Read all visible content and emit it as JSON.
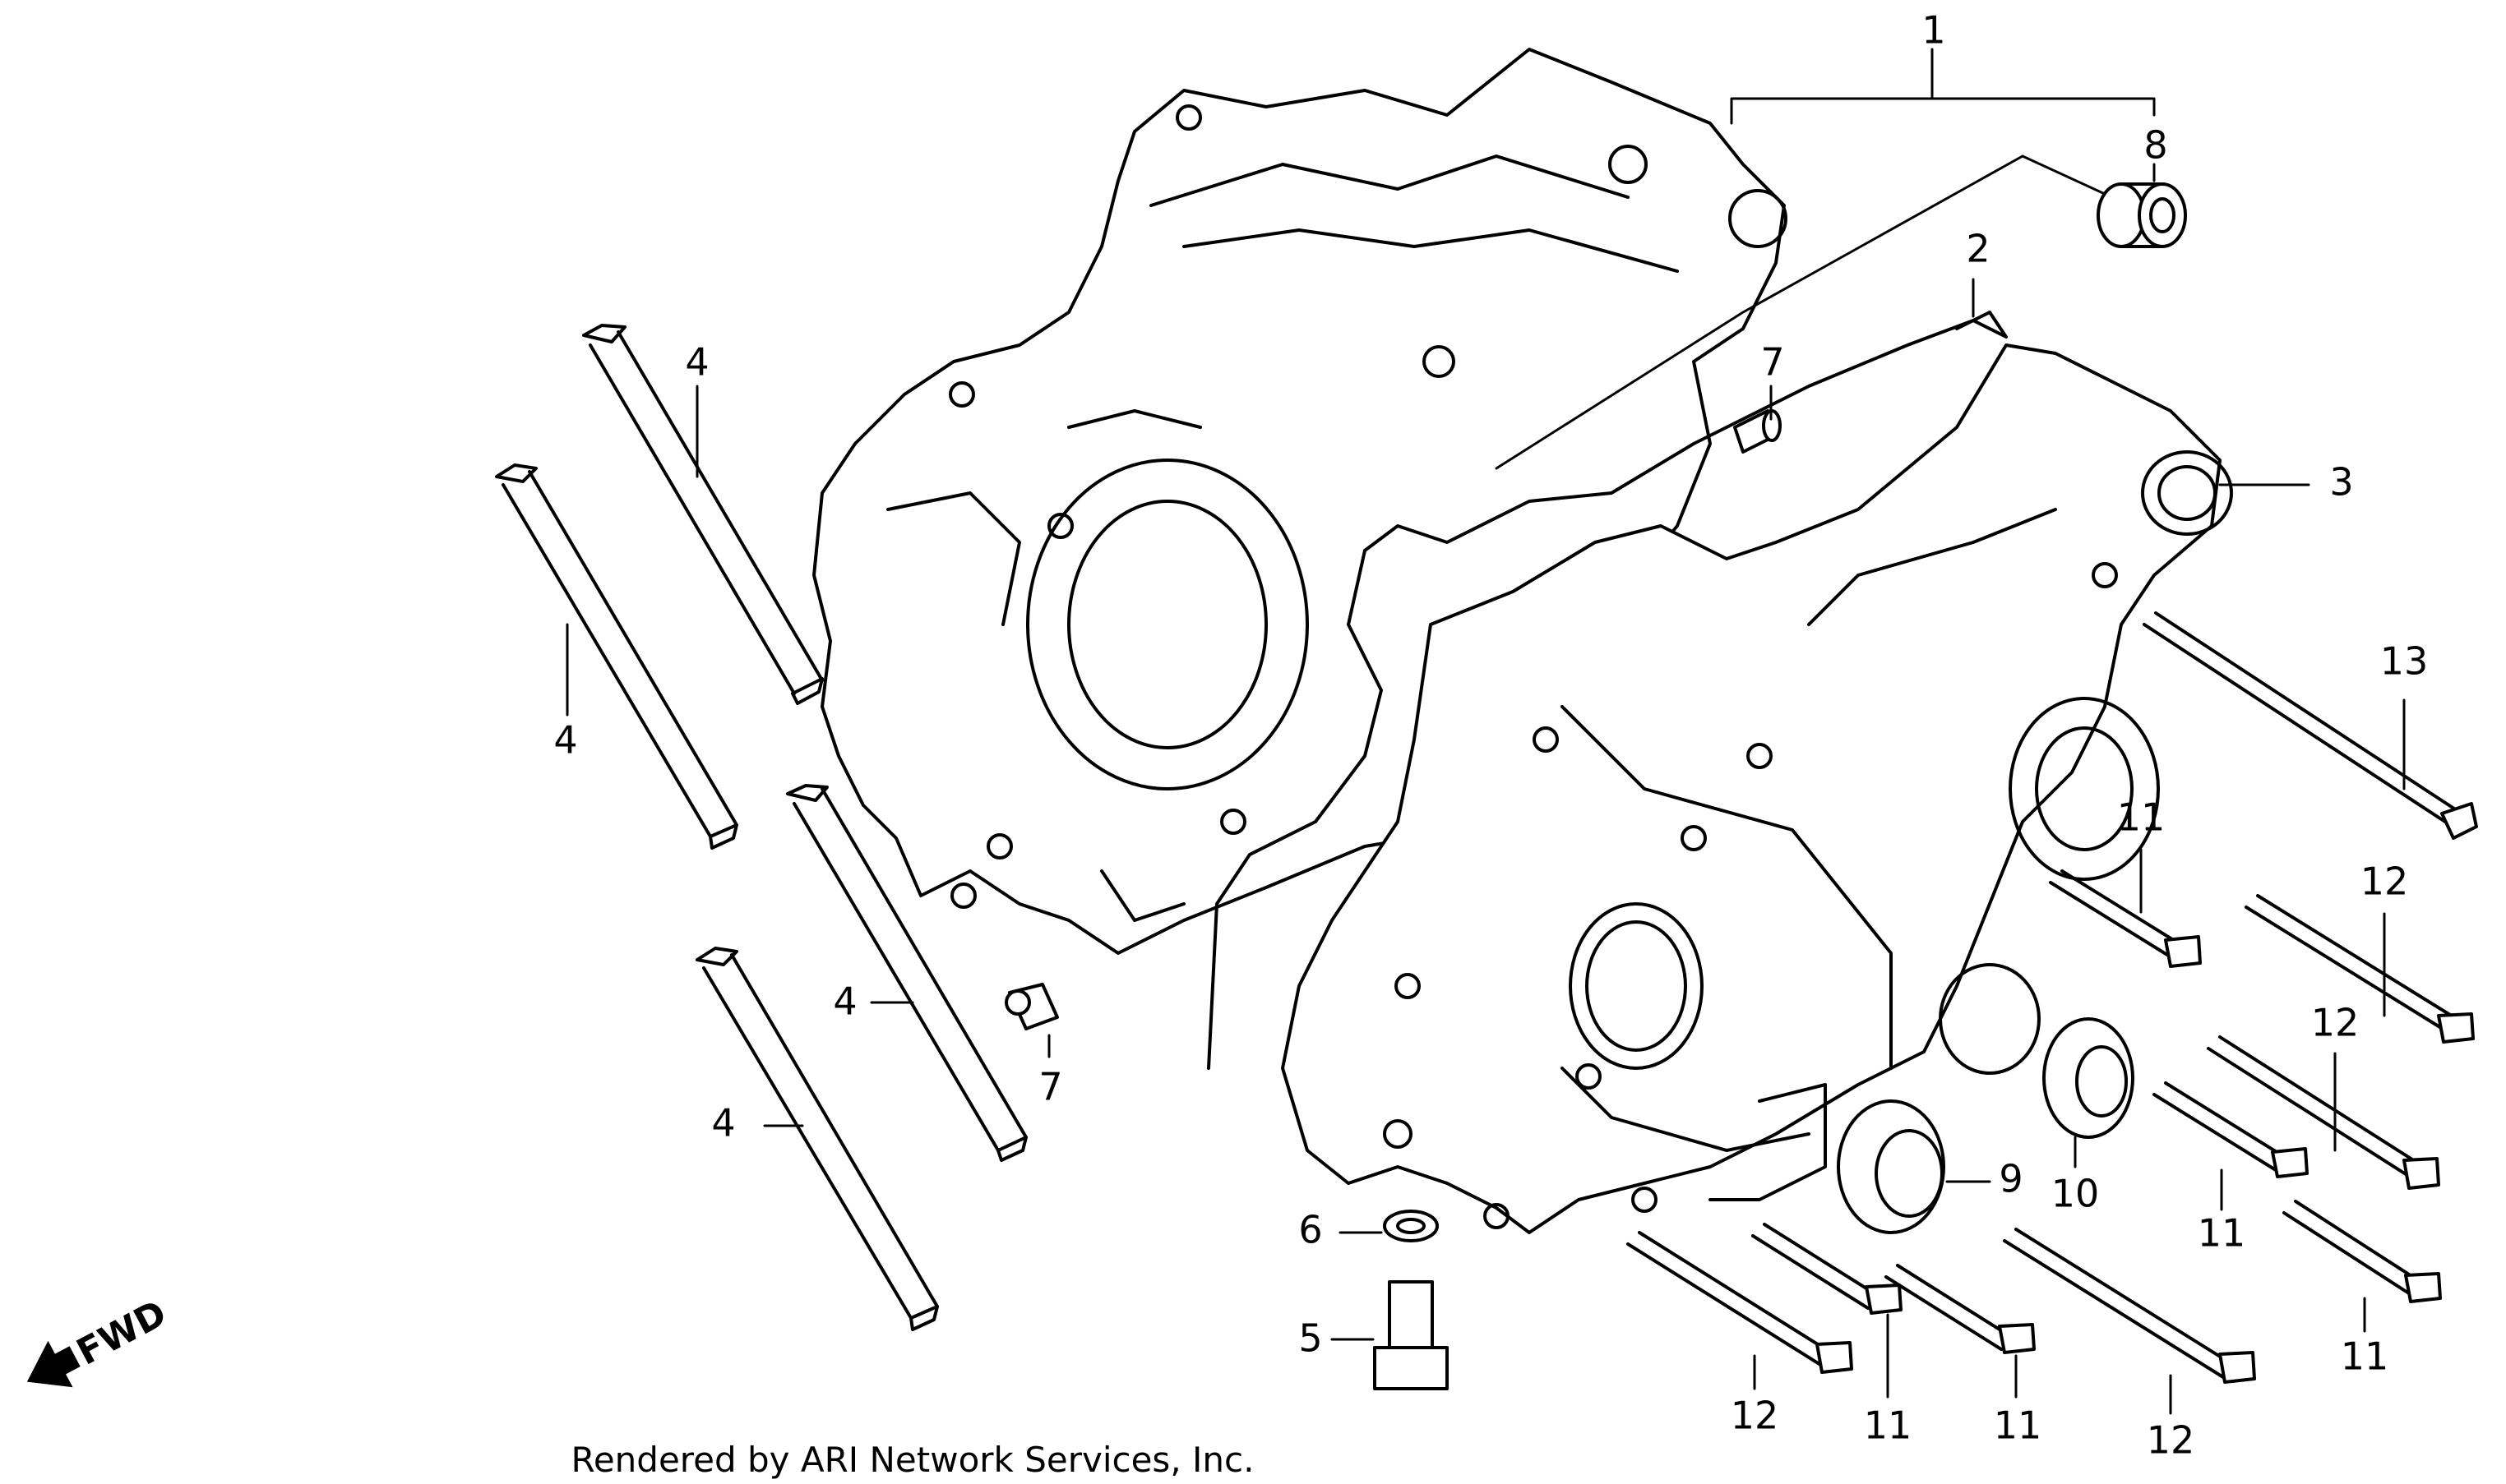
{
  "diagram": {
    "callouts": {
      "c1": "1",
      "c2": "2",
      "c3": "3",
      "c4a": "4",
      "c4b": "4",
      "c4c": "4",
      "c4d": "4",
      "c5": "5",
      "c6": "6",
      "c7a": "7",
      "c7b": "7",
      "c8": "8",
      "c9": "9",
      "c10": "10",
      "c11a": "11",
      "c11b": "11",
      "c11c": "11",
      "c11d": "11",
      "c11e": "11",
      "c12a": "12",
      "c12b": "12",
      "c12c": "12",
      "c12d": "12",
      "c13": "13"
    },
    "direction_indicator": "FWD",
    "footer": "Rendered by ARI Network Services, Inc."
  }
}
